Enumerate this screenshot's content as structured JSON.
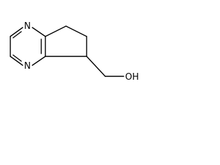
{
  "diagram": {
    "type": "chemical-structure",
    "atom_labels": {
      "n_top": "N",
      "n_bottom": "N",
      "hydroxyl": "OH"
    },
    "colors": {
      "background": "#ffffff",
      "ink": "#000000"
    }
  }
}
